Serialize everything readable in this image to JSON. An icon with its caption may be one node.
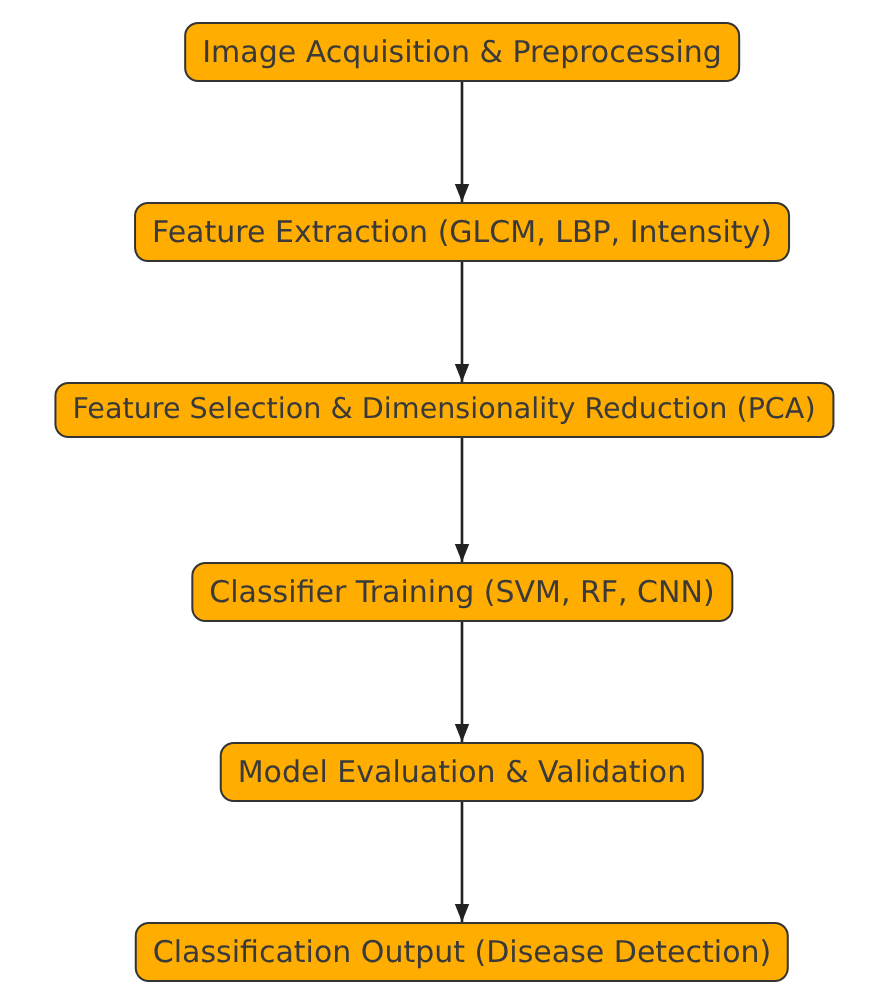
{
  "diagram": {
    "nodes": [
      {
        "text": [
          "Image Acquisition & Preprocessing"
        ]
      },
      {
        "text": [
          "Feature Extraction (GLCM, LBP, Intensity)"
        ]
      },
      {
        "text": [
          "Feature Selection & Dimensionality Reduction (PCA)"
        ]
      },
      {
        "text": [
          "Classifier Training (SVM, RF, CNN)"
        ]
      },
      {
        "text": [
          "Model Evaluation & Validation"
        ]
      },
      {
        "text": [
          "Classification Output (Disease Detection)"
        ]
      }
    ],
    "edges": [
      {
        "from": 0,
        "to": 1,
        "arrow": "to"
      },
      {
        "from": 1,
        "to": 2,
        "arrow": "to"
      },
      {
        "from": 2,
        "to": 3,
        "arrow": "to"
      },
      {
        "from": 3,
        "to": 4,
        "arrow": "to"
      },
      {
        "from": 4,
        "to": 5,
        "arrow": "to"
      }
    ]
  }
}
